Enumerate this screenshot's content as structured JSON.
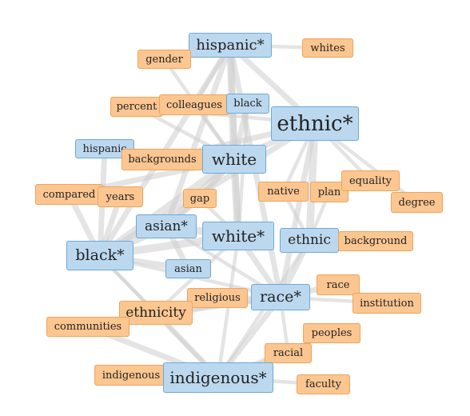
{
  "nodes": [
    {
      "id": "hispanic_star",
      "label": "hispanic*",
      "kind": "seed"
    },
    {
      "id": "whites",
      "label": "whites",
      "kind": "kw"
    },
    {
      "id": "gender",
      "label": "gender",
      "kind": "kw"
    },
    {
      "id": "percent",
      "label": "percent",
      "kind": "kw"
    },
    {
      "id": "colleagues",
      "label": "colleagues",
      "kind": "kw"
    },
    {
      "id": "black",
      "label": "black",
      "kind": "seed"
    },
    {
      "id": "ethnic_star",
      "label": "ethnic*",
      "kind": "seed"
    },
    {
      "id": "hispanic",
      "label": "hispanic",
      "kind": "seed"
    },
    {
      "id": "backgrounds",
      "label": "backgrounds",
      "kind": "kw"
    },
    {
      "id": "white",
      "label": "white",
      "kind": "seed"
    },
    {
      "id": "compared",
      "label": "compared",
      "kind": "kw"
    },
    {
      "id": "years",
      "label": "years",
      "kind": "kw"
    },
    {
      "id": "gap",
      "label": "gap",
      "kind": "kw"
    },
    {
      "id": "native",
      "label": "native",
      "kind": "kw"
    },
    {
      "id": "plan",
      "label": "plan",
      "kind": "kw"
    },
    {
      "id": "equality",
      "label": "equality",
      "kind": "kw"
    },
    {
      "id": "degree",
      "label": "degree",
      "kind": "kw"
    },
    {
      "id": "asian_star",
      "label": "asian*",
      "kind": "seed"
    },
    {
      "id": "white_star",
      "label": "white*",
      "kind": "seed"
    },
    {
      "id": "ethnic",
      "label": "ethnic",
      "kind": "seed"
    },
    {
      "id": "background",
      "label": "background",
      "kind": "kw"
    },
    {
      "id": "black_star",
      "label": "black*",
      "kind": "seed"
    },
    {
      "id": "asian",
      "label": "asian",
      "kind": "seed"
    },
    {
      "id": "race",
      "label": "race",
      "kind": "kw"
    },
    {
      "id": "religious",
      "label": "religious",
      "kind": "kw"
    },
    {
      "id": "race_star",
      "label": "race*",
      "kind": "seed"
    },
    {
      "id": "institution",
      "label": "institution",
      "kind": "kw"
    },
    {
      "id": "ethnicity",
      "label": "ethnicity",
      "kind": "kw"
    },
    {
      "id": "communities",
      "label": "communities",
      "kind": "kw"
    },
    {
      "id": "peoples",
      "label": "peoples",
      "kind": "kw"
    },
    {
      "id": "racial",
      "label": "racial",
      "kind": "kw"
    },
    {
      "id": "indigenous",
      "label": "indigenous",
      "kind": "kw"
    },
    {
      "id": "indigenous_star",
      "label": "indigenous*",
      "kind": "seed"
    },
    {
      "id": "faculty",
      "label": "faculty",
      "kind": "kw"
    }
  ],
  "edges": [
    [
      "hispanic_star",
      "white",
      3
    ],
    [
      "hispanic_star",
      "white_star",
      2
    ],
    [
      "hispanic_star",
      "black_star",
      2
    ],
    [
      "hispanic_star",
      "ethnic_star",
      2
    ],
    [
      "hispanic_star",
      "asian_star",
      2
    ],
    [
      "hispanic_star",
      "whites",
      1
    ],
    [
      "hispanic_star",
      "gender",
      1
    ],
    [
      "hispanic_star",
      "colleagues",
      1
    ],
    [
      "hispanic_star",
      "race_star",
      2
    ],
    [
      "ethnic_star",
      "ethnic",
      3
    ],
    [
      "ethnic_star",
      "white",
      2
    ],
    [
      "ethnic_star",
      "backgrounds",
      2
    ],
    [
      "ethnic_star",
      "black_star",
      2
    ],
    [
      "ethnic_star",
      "race_star",
      2
    ],
    [
      "ethnic_star",
      "native",
      1
    ],
    [
      "ethnic_star",
      "equality",
      1
    ],
    [
      "ethnic_star",
      "degree",
      1
    ],
    [
      "ethnic_star",
      "percent",
      1
    ],
    [
      "white",
      "white_star",
      3
    ],
    [
      "white",
      "black_star",
      3
    ],
    [
      "white",
      "asian_star",
      3
    ],
    [
      "white",
      "hispanic",
      2
    ],
    [
      "white",
      "backgrounds",
      2
    ],
    [
      "white",
      "compared",
      2
    ],
    [
      "white",
      "gap",
      2
    ],
    [
      "white",
      "black",
      2
    ],
    [
      "white_star",
      "black_star",
      3
    ],
    [
      "white_star",
      "asian_star",
      3
    ],
    [
      "white_star",
      "race_star",
      2
    ],
    [
      "white_star",
      "gap",
      1
    ],
    [
      "white_star",
      "indigenous_star",
      1
    ],
    [
      "white_star",
      "ethnicity",
      1
    ],
    [
      "black_star",
      "asian_star",
      3
    ],
    [
      "black_star",
      "asian",
      2
    ],
    [
      "black_star",
      "hispanic",
      2
    ],
    [
      "black_star",
      "compared",
      2
    ],
    [
      "black_star",
      "years",
      2
    ],
    [
      "black_star",
      "ethnicity",
      1
    ],
    [
      "black_star",
      "indigenous_star",
      1
    ],
    [
      "black_star",
      "race_star",
      1
    ],
    [
      "asian_star",
      "asian",
      2
    ],
    [
      "asian_star",
      "race_star",
      1
    ],
    [
      "asian_star",
      "gap",
      2
    ],
    [
      "race_star",
      "ethnicity",
      2
    ],
    [
      "race_star",
      "indigenous_star",
      2
    ],
    [
      "race_star",
      "race",
      2
    ],
    [
      "race_star",
      "institution",
      1
    ],
    [
      "race_star",
      "racial",
      1
    ],
    [
      "race_star",
      "religious",
      1
    ],
    [
      "race_star",
      "ethnic",
      2
    ],
    [
      "race_star",
      "communities",
      1
    ],
    [
      "ethnic",
      "plan",
      1
    ],
    [
      "ethnic",
      "background",
      1
    ],
    [
      "ethnic",
      "native",
      1
    ],
    [
      "ethnic",
      "indigenous_star",
      1
    ],
    [
      "indigenous_star",
      "ethnicity",
      2
    ],
    [
      "indigenous_star",
      "communities",
      2
    ],
    [
      "indigenous_star",
      "indigenous",
      1
    ],
    [
      "indigenous_star",
      "peoples",
      1
    ],
    [
      "indigenous_star",
      "racial",
      1
    ],
    [
      "indigenous_star",
      "faculty",
      1
    ],
    [
      "ethnicity",
      "communities",
      1
    ],
    [
      "ethnicity",
      "religious",
      1
    ],
    [
      "percent",
      "white",
      1
    ],
    [
      "colleagues",
      "white",
      1
    ],
    [
      "gender",
      "white",
      1
    ],
    [
      "black",
      "white_star",
      1
    ]
  ]
}
